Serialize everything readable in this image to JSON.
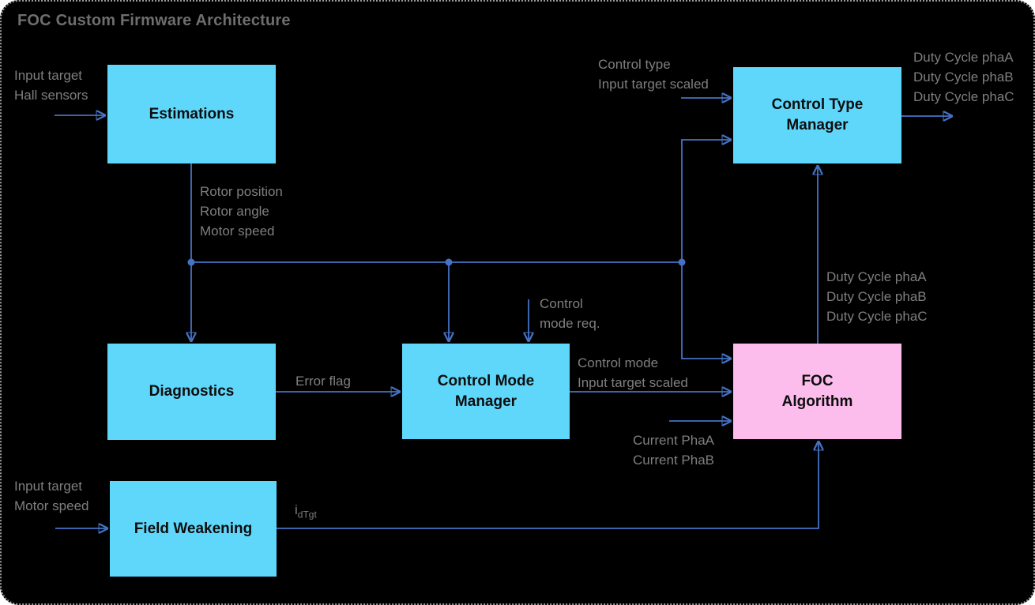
{
  "title": "FOC Custom Firmware Architecture",
  "colors": {
    "box_cyan": "#5fd7fb",
    "box_pink": "#fcbdec",
    "line_blue": "#4472c4",
    "label_gray": "#7f7f7f",
    "title_gray": "#6e6e6e",
    "canvas_bg": "#000000"
  },
  "boxes": {
    "estimations": {
      "label": "Estimations"
    },
    "diagnostics": {
      "label": "Diagnostics"
    },
    "control_mode_manager": {
      "line1": "Control Mode",
      "line2": "Manager"
    },
    "control_type_manager": {
      "line1": "Control Type",
      "line2": "Manager"
    },
    "foc_algorithm": {
      "line1": "FOC",
      "line2": "Algorithm"
    },
    "field_weakening": {
      "label": "Field Weakening"
    }
  },
  "labels": {
    "estimations_input": {
      "line1": "Input target",
      "line2": "Hall sensors"
    },
    "estimations_output": {
      "line1": "Rotor position",
      "line2": "Rotor angle",
      "line3": "Motor speed"
    },
    "control_type_input": {
      "line1": "Control type",
      "line2": "Input target scaled"
    },
    "duty_cycle_top": {
      "line1": "Duty Cycle phaA",
      "line2": "Duty Cycle phaB",
      "line3": "Duty Cycle phaC"
    },
    "duty_cycle_mid": {
      "line1": "Duty Cycle phaA",
      "line2": "Duty Cycle phaB",
      "line3": "Duty Cycle phaC"
    },
    "control_mode_req": {
      "line1": "Control",
      "line2": "mode req."
    },
    "error_flag": {
      "line1": "Error flag"
    },
    "cmm_output": {
      "line1": "Control mode",
      "line2": "Input target scaled"
    },
    "currents": {
      "line1": "Current PhaA",
      "line2": "Current PhaB"
    },
    "field_weakening_input": {
      "line1": "Input target",
      "line2": "Motor speed"
    },
    "idtgt": {
      "base": "i",
      "sub": "dTgt"
    }
  }
}
